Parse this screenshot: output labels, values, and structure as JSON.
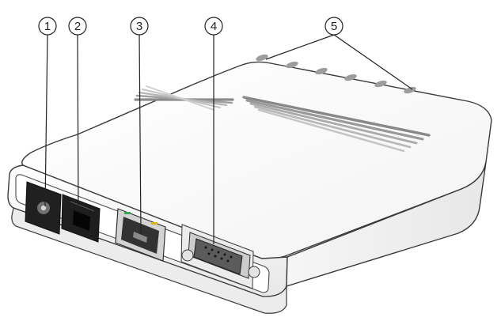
{
  "callouts": [
    {
      "label": "1",
      "target": "power-jack"
    },
    {
      "label": "2",
      "target": "phone-jack"
    },
    {
      "label": "3",
      "target": "ethernet-port"
    },
    {
      "label": "4",
      "target": "serial-port"
    },
    {
      "label": "5",
      "target": "status-leds"
    }
  ],
  "colors": {
    "body_top": "#ffffff",
    "body_front": "#f7f7f7",
    "outline": "#3a3a3a",
    "vent": "#d9d9d9",
    "vent_shadow": "#7c7c7c",
    "port_panel": "#1f1f1f",
    "port_detail": "#7a7a7a",
    "led_green": "#3aa655",
    "led_yellow": "#d7b21a"
  }
}
